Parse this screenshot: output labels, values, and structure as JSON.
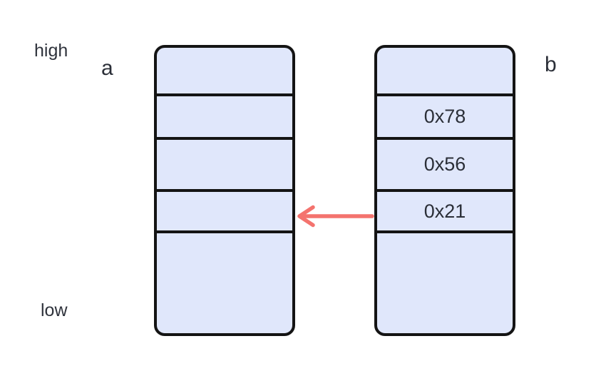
{
  "labels": {
    "high": "high",
    "low": "low"
  },
  "colors": {
    "cell_fill": "#e0e7fb",
    "box_border": "#141414",
    "arrow": "#f4736e",
    "text": "#2b2f38"
  },
  "box_a": {
    "label": "a",
    "cells": [
      "",
      "",
      "",
      "",
      ""
    ]
  },
  "box_b": {
    "label": "b",
    "cells": [
      "",
      "0x78",
      "0x56",
      "0x21",
      ""
    ]
  },
  "arrow": {
    "direction": "left",
    "from_box": "b",
    "to_box": "a",
    "at_row_value": "0x21"
  }
}
